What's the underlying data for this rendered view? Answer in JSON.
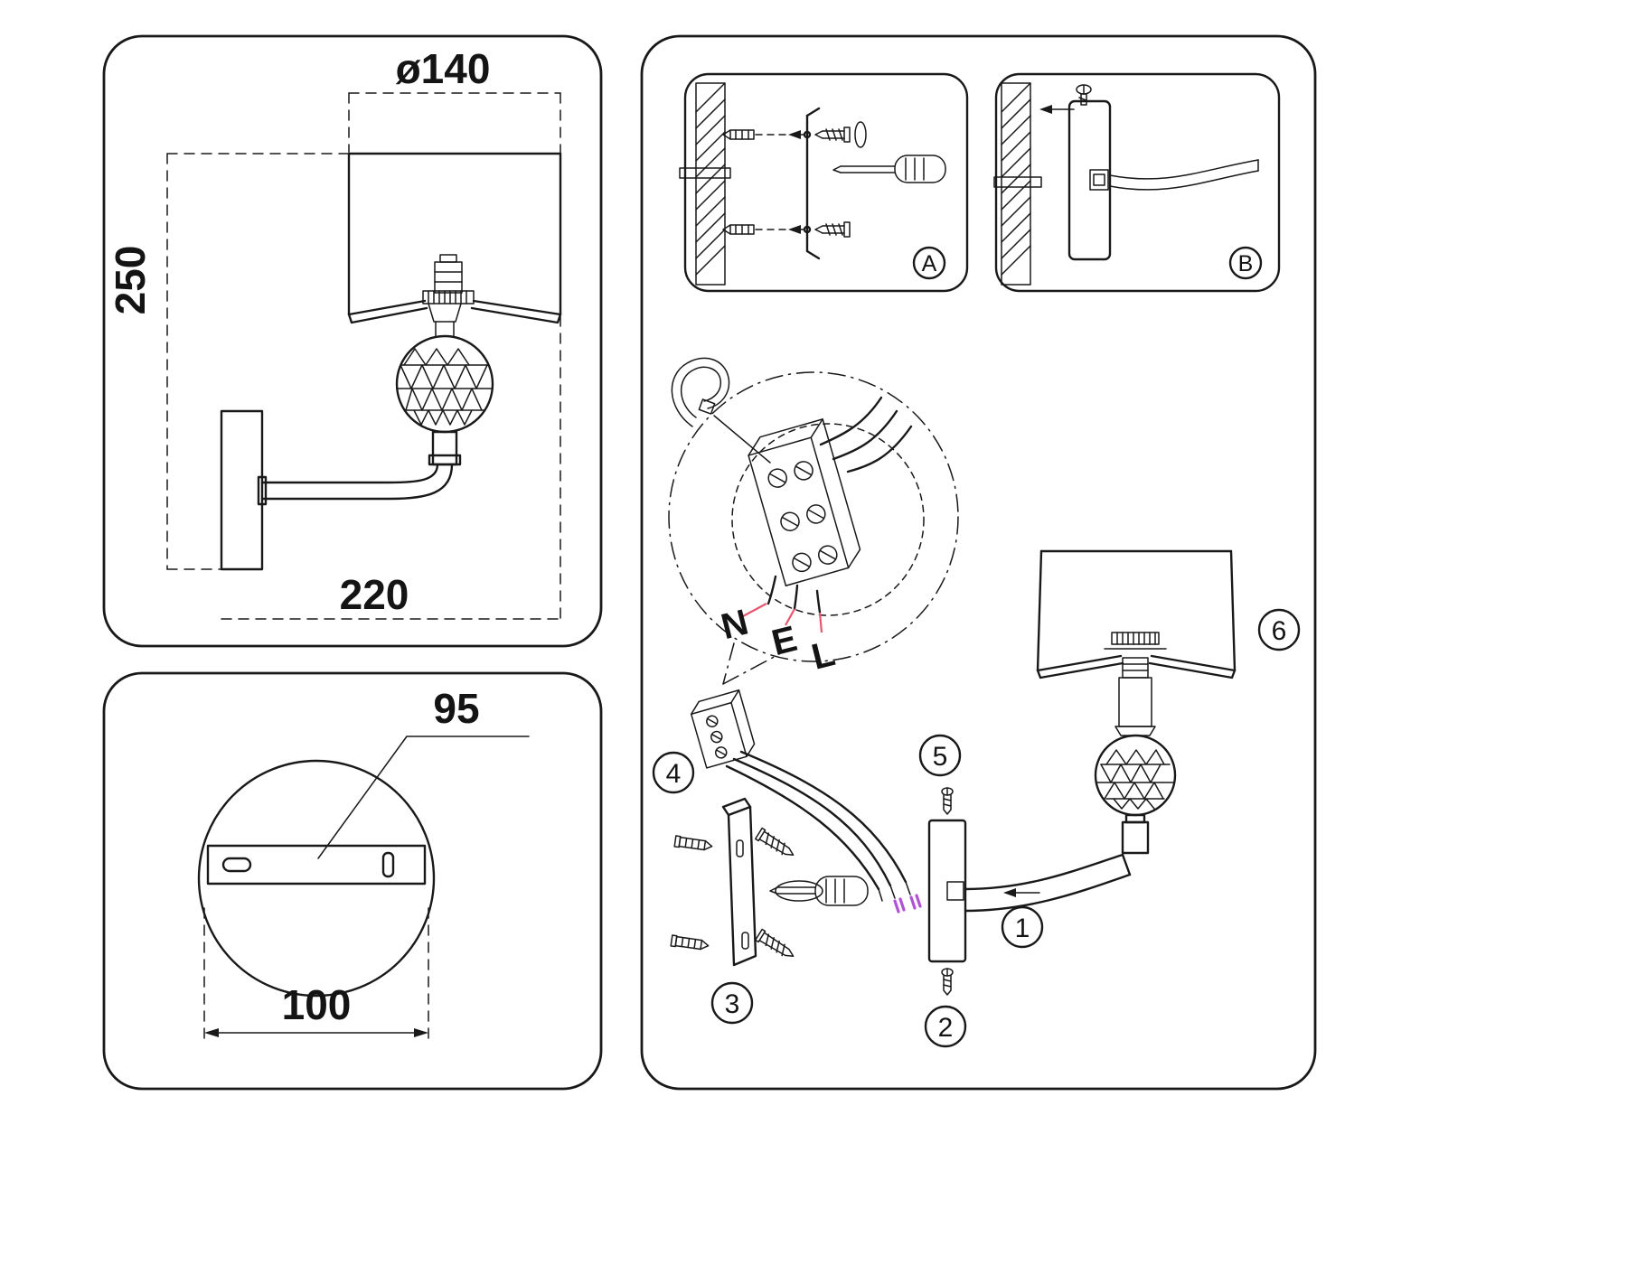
{
  "colors": {
    "line": "#191919",
    "leader": "#e8566e",
    "wire_tip": "#b44fd8"
  },
  "side_view": {
    "diameter_label": "ø140",
    "height_label": "250",
    "depth_label": "220"
  },
  "back_view": {
    "hole_spacing_label": "95",
    "plate_width_label": "100"
  },
  "wiring": {
    "neutral": "N",
    "earth": "E",
    "live": "L"
  },
  "badges": {
    "a": "A",
    "b": "B",
    "s1": "1",
    "s2": "2",
    "s3": "3",
    "s4": "4",
    "s5": "5",
    "s6": "6"
  }
}
